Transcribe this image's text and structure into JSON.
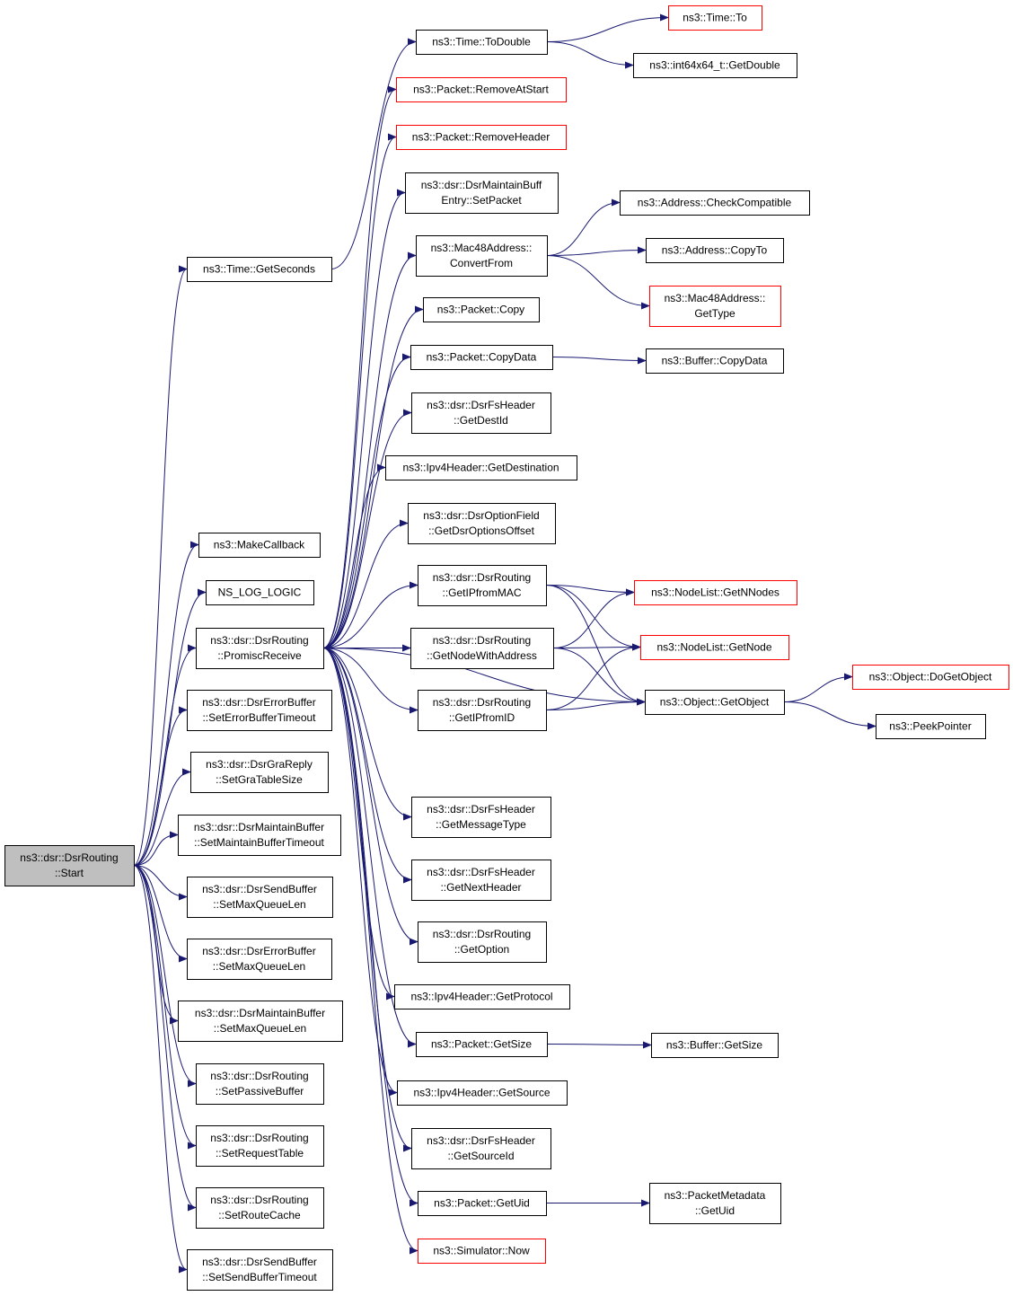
{
  "diagram": {
    "title": "",
    "colors": {
      "edge": "#191970",
      "node_border": "#000000",
      "external_border": "#ff0000",
      "root_fill": "#bfbfbf",
      "background": "#ffffff"
    },
    "nodes": [
      {
        "id": "start",
        "lines": [
          "ns3::dsr::DsrRouting",
          "::Start"
        ],
        "kind": "root"
      },
      {
        "id": "time_getseconds",
        "lines": [
          "ns3::Time::GetSeconds"
        ],
        "kind": "normal"
      },
      {
        "id": "makecallback",
        "lines": [
          "ns3::MakeCallback"
        ],
        "kind": "normal"
      },
      {
        "id": "ns_log_logic",
        "lines": [
          "NS_LOG_LOGIC"
        ],
        "kind": "normal"
      },
      {
        "id": "promiscreceive",
        "lines": [
          "ns3::dsr::DsrRouting",
          "::PromiscReceive"
        ],
        "kind": "normal"
      },
      {
        "id": "seterrorbuffertimeout",
        "lines": [
          "ns3::dsr::DsrErrorBuffer",
          "::SetErrorBufferTimeout"
        ],
        "kind": "normal"
      },
      {
        "id": "setgratablesize",
        "lines": [
          "ns3::dsr::DsrGraReply",
          "::SetGraTableSize"
        ],
        "kind": "normal"
      },
      {
        "id": "setmaintainbuffertimeout",
        "lines": [
          "ns3::dsr::DsrMaintainBuffer",
          "::SetMaintainBufferTimeout"
        ],
        "kind": "normal"
      },
      {
        "id": "sendbuffer_setmaxqueuelen",
        "lines": [
          "ns3::dsr::DsrSendBuffer",
          "::SetMaxQueueLen"
        ],
        "kind": "normal"
      },
      {
        "id": "errorbuffer_setmaxqueuelen",
        "lines": [
          "ns3::dsr::DsrErrorBuffer",
          "::SetMaxQueueLen"
        ],
        "kind": "normal"
      },
      {
        "id": "maintainbuffer_setmaxqueuelen",
        "lines": [
          "ns3::dsr::DsrMaintainBuffer",
          "::SetMaxQueueLen"
        ],
        "kind": "normal"
      },
      {
        "id": "setpassivebuffer",
        "lines": [
          "ns3::dsr::DsrRouting",
          "::SetPassiveBuffer"
        ],
        "kind": "normal"
      },
      {
        "id": "setrequesttable",
        "lines": [
          "ns3::dsr::DsrRouting",
          "::SetRequestTable"
        ],
        "kind": "normal"
      },
      {
        "id": "setroutecache",
        "lines": [
          "ns3::dsr::DsrRouting",
          "::SetRouteCache"
        ],
        "kind": "normal"
      },
      {
        "id": "setsendbuffertimeout",
        "lines": [
          "ns3::dsr::DsrSendBuffer",
          "::SetSendBufferTimeout"
        ],
        "kind": "normal"
      },
      {
        "id": "time_todouble",
        "lines": [
          "ns3::Time::ToDouble"
        ],
        "kind": "normal"
      },
      {
        "id": "time_to",
        "lines": [
          "ns3::Time::To"
        ],
        "kind": "external"
      },
      {
        "id": "int64_getdouble",
        "lines": [
          "ns3::int64x64_t::GetDouble"
        ],
        "kind": "normal"
      },
      {
        "id": "packet_removeatstart",
        "lines": [
          "ns3::Packet::RemoveAtStart"
        ],
        "kind": "external"
      },
      {
        "id": "packet_removeheader",
        "lines": [
          "ns3::Packet::RemoveHeader"
        ],
        "kind": "external"
      },
      {
        "id": "maintainbuffentry_setpacket",
        "lines": [
          "ns3::dsr::DsrMaintainBuff",
          "Entry::SetPacket"
        ],
        "kind": "normal"
      },
      {
        "id": "mac48_convertfrom",
        "lines": [
          "ns3::Mac48Address::",
          "ConvertFrom"
        ],
        "kind": "normal"
      },
      {
        "id": "packet_copy",
        "lines": [
          "ns3::Packet::Copy"
        ],
        "kind": "normal"
      },
      {
        "id": "packet_copydata",
        "lines": [
          "ns3::Packet::CopyData"
        ],
        "kind": "normal"
      },
      {
        "id": "fsheader_getdestid",
        "lines": [
          "ns3::dsr::DsrFsHeader",
          "::GetDestId"
        ],
        "kind": "normal"
      },
      {
        "id": "ipv4_getdestination",
        "lines": [
          "ns3::Ipv4Header::GetDestination"
        ],
        "kind": "normal"
      },
      {
        "id": "optionfield_getdsroptionsoffset",
        "lines": [
          "ns3::dsr::DsrOptionField",
          "::GetDsrOptionsOffset"
        ],
        "kind": "normal"
      },
      {
        "id": "getipfrommac",
        "lines": [
          "ns3::dsr::DsrRouting",
          "::GetIPfromMAC"
        ],
        "kind": "normal"
      },
      {
        "id": "getnodewithaddress",
        "lines": [
          "ns3::dsr::DsrRouting",
          "::GetNodeWithAddress"
        ],
        "kind": "normal"
      },
      {
        "id": "getipfromid",
        "lines": [
          "ns3::dsr::DsrRouting",
          "::GetIPfromID"
        ],
        "kind": "normal"
      },
      {
        "id": "fsheader_getmessagetype",
        "lines": [
          "ns3::dsr::DsrFsHeader",
          "::GetMessageType"
        ],
        "kind": "normal"
      },
      {
        "id": "fsheader_getnextheader",
        "lines": [
          "ns3::dsr::DsrFsHeader",
          "::GetNextHeader"
        ],
        "kind": "normal"
      },
      {
        "id": "getoption",
        "lines": [
          "ns3::dsr::DsrRouting",
          "::GetOption"
        ],
        "kind": "normal"
      },
      {
        "id": "ipv4_getprotocol",
        "lines": [
          "ns3::Ipv4Header::GetProtocol"
        ],
        "kind": "normal"
      },
      {
        "id": "packet_getsize",
        "lines": [
          "ns3::Packet::GetSize"
        ],
        "kind": "normal"
      },
      {
        "id": "ipv4_getsource",
        "lines": [
          "ns3::Ipv4Header::GetSource"
        ],
        "kind": "normal"
      },
      {
        "id": "fsheader_getsourceid",
        "lines": [
          "ns3::dsr::DsrFsHeader",
          "::GetSourceId"
        ],
        "kind": "normal"
      },
      {
        "id": "packet_getuid",
        "lines": [
          "ns3::Packet::GetUid"
        ],
        "kind": "normal"
      },
      {
        "id": "simulator_now",
        "lines": [
          "ns3::Simulator::Now"
        ],
        "kind": "external"
      },
      {
        "id": "address_checkcompatible",
        "lines": [
          "ns3::Address::CheckCompatible"
        ],
        "kind": "normal"
      },
      {
        "id": "address_copyto",
        "lines": [
          "ns3::Address::CopyTo"
        ],
        "kind": "normal"
      },
      {
        "id": "mac48_gettype",
        "lines": [
          "ns3::Mac48Address::",
          "GetType"
        ],
        "kind": "external"
      },
      {
        "id": "buffer_copydata",
        "lines": [
          "ns3::Buffer::CopyData"
        ],
        "kind": "normal"
      },
      {
        "id": "nodelist_getnnodes",
        "lines": [
          "ns3::NodeList::GetNNodes"
        ],
        "kind": "external"
      },
      {
        "id": "nodelist_getnode",
        "lines": [
          "ns3::NodeList::GetNode"
        ],
        "kind": "external"
      },
      {
        "id": "object_getobject",
        "lines": [
          "ns3::Object::GetObject"
        ],
        "kind": "normal"
      },
      {
        "id": "object_dogetobject",
        "lines": [
          "ns3::Object::DoGetObject"
        ],
        "kind": "external"
      },
      {
        "id": "peekpointer",
        "lines": [
          "ns3::PeekPointer"
        ],
        "kind": "normal"
      },
      {
        "id": "buffer_getsize",
        "lines": [
          "ns3::Buffer::GetSize"
        ],
        "kind": "normal"
      },
      {
        "id": "packetmetadata_getuid",
        "lines": [
          "ns3::PacketMetadata",
          "::GetUid"
        ],
        "kind": "normal"
      }
    ],
    "edges": [
      [
        "start",
        "time_getseconds"
      ],
      [
        "start",
        "makecallback"
      ],
      [
        "start",
        "ns_log_logic"
      ],
      [
        "start",
        "promiscreceive"
      ],
      [
        "start",
        "seterrorbuffertimeout"
      ],
      [
        "start",
        "setgratablesize"
      ],
      [
        "start",
        "setmaintainbuffertimeout"
      ],
      [
        "start",
        "sendbuffer_setmaxqueuelen"
      ],
      [
        "start",
        "errorbuffer_setmaxqueuelen"
      ],
      [
        "start",
        "maintainbuffer_setmaxqueuelen"
      ],
      [
        "start",
        "setpassivebuffer"
      ],
      [
        "start",
        "setrequesttable"
      ],
      [
        "start",
        "setroutecache"
      ],
      [
        "start",
        "setsendbuffertimeout"
      ],
      [
        "time_getseconds",
        "time_todouble"
      ],
      [
        "time_todouble",
        "time_to"
      ],
      [
        "time_todouble",
        "int64_getdouble"
      ],
      [
        "promiscreceive",
        "packet_removeatstart"
      ],
      [
        "promiscreceive",
        "packet_removeheader"
      ],
      [
        "promiscreceive",
        "maintainbuffentry_setpacket"
      ],
      [
        "promiscreceive",
        "mac48_convertfrom"
      ],
      [
        "promiscreceive",
        "packet_copy"
      ],
      [
        "promiscreceive",
        "packet_copydata"
      ],
      [
        "promiscreceive",
        "fsheader_getdestid"
      ],
      [
        "promiscreceive",
        "ipv4_getdestination"
      ],
      [
        "promiscreceive",
        "optionfield_getdsroptionsoffset"
      ],
      [
        "promiscreceive",
        "getipfrommac"
      ],
      [
        "promiscreceive",
        "getnodewithaddress"
      ],
      [
        "promiscreceive",
        "getipfromid"
      ],
      [
        "promiscreceive",
        "object_getobject"
      ],
      [
        "promiscreceive",
        "fsheader_getmessagetype"
      ],
      [
        "promiscreceive",
        "fsheader_getnextheader"
      ],
      [
        "promiscreceive",
        "getoption"
      ],
      [
        "promiscreceive",
        "ipv4_getprotocol"
      ],
      [
        "promiscreceive",
        "packet_getsize"
      ],
      [
        "promiscreceive",
        "ipv4_getsource"
      ],
      [
        "promiscreceive",
        "fsheader_getsourceid"
      ],
      [
        "promiscreceive",
        "packet_getuid"
      ],
      [
        "promiscreceive",
        "simulator_now"
      ],
      [
        "mac48_convertfrom",
        "address_checkcompatible"
      ],
      [
        "mac48_convertfrom",
        "address_copyto"
      ],
      [
        "mac48_convertfrom",
        "mac48_gettype"
      ],
      [
        "packet_copydata",
        "buffer_copydata"
      ],
      [
        "getipfrommac",
        "nodelist_getnnodes"
      ],
      [
        "getipfrommac",
        "nodelist_getnode"
      ],
      [
        "getipfrommac",
        "object_getobject"
      ],
      [
        "getnodewithaddress",
        "nodelist_getnnodes"
      ],
      [
        "getnodewithaddress",
        "nodelist_getnode"
      ],
      [
        "getnodewithaddress",
        "object_getobject"
      ],
      [
        "getipfromid",
        "nodelist_getnode"
      ],
      [
        "getipfromid",
        "object_getobject"
      ],
      [
        "object_getobject",
        "object_dogetobject"
      ],
      [
        "object_getobject",
        "peekpointer"
      ],
      [
        "packet_getsize",
        "buffer_getsize"
      ],
      [
        "packet_getuid",
        "packetmetadata_getuid"
      ]
    ]
  }
}
